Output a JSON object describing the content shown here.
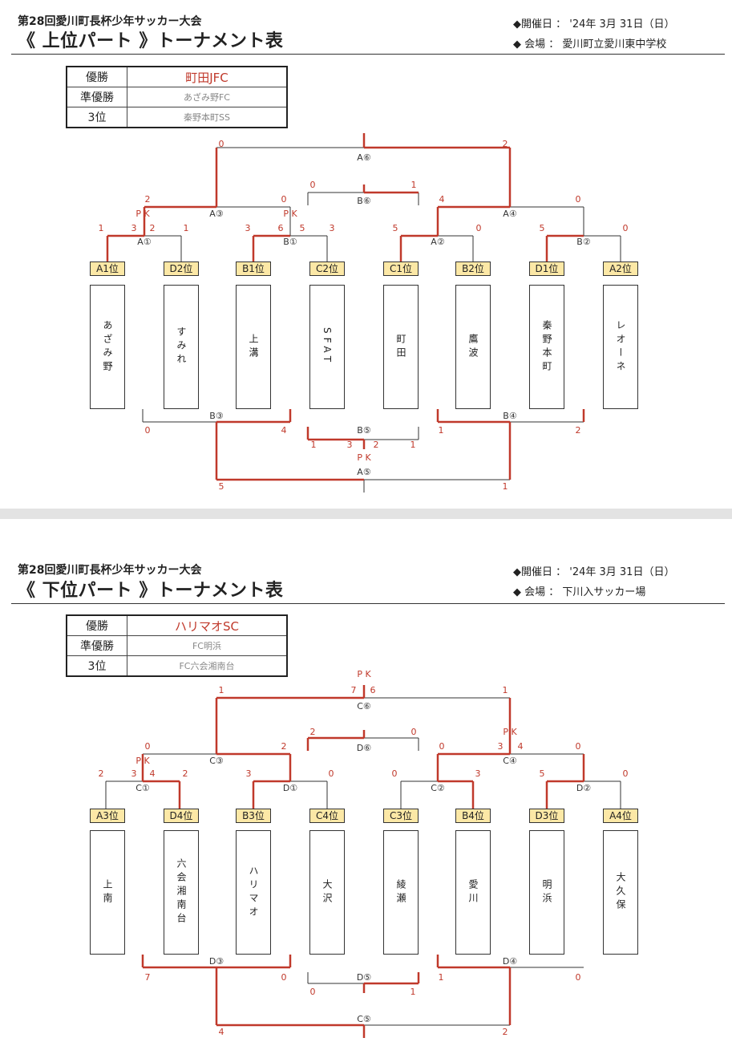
{
  "top_part": {
    "subtitle": "第28回愛川町長杯少年サッカー大会",
    "title": "《 上位パート 》トーナメント表",
    "date_line": "◆開催日 ： '24年 3月 31日（日）",
    "venue_line": "◆ 会場 ： 愛川町立愛川東中学校",
    "results": [
      {
        "label": "優勝",
        "team": "町田JFC"
      },
      {
        "label": "準優勝",
        "team": "あざみ野FC"
      },
      {
        "label": "3位",
        "team": "秦野本町SS"
      }
    ],
    "seeds": [
      "A1位",
      "D2位",
      "B1位",
      "C2位",
      "C1位",
      "B2位",
      "D1位",
      "A2位"
    ],
    "teams": [
      "あざみ野",
      "すみれ",
      "上溝",
      "SFAT",
      "町田",
      "鷹波",
      "秦野本町",
      "レオーネ"
    ],
    "match_labels": {
      "r1_1": "A①",
      "r1_2": "B①",
      "r1_3": "A②",
      "r1_4": "B②",
      "sf_1": "A③",
      "sf_2": "A④",
      "final": "A⑥",
      "third": "B⑥",
      "low_1": "B③",
      "low_2": "B④",
      "low_final": "A⑤",
      "low_mid": "B⑤"
    },
    "scores": {
      "r1_1": [
        "1",
        "3",
        "2",
        "1"
      ],
      "r1_2": [
        "3",
        "6",
        "5",
        "3"
      ],
      "r1_3": [
        "5",
        "0"
      ],
      "r1_4": [
        "5",
        "0"
      ],
      "sf_1": [
        "2",
        "0"
      ],
      "sf_2": [
        "4",
        "0"
      ],
      "final": [
        "0",
        "2"
      ],
      "third": [
        "0",
        "1"
      ],
      "low_1": [
        "0",
        "4"
      ],
      "low_2": [
        "1",
        "2"
      ],
      "low_mid": [
        "1",
        "3",
        "2",
        "1"
      ],
      "low_final": [
        "5",
        "1"
      ]
    },
    "pk": "P K"
  },
  "bottom_part": {
    "subtitle": "第28回愛川町長杯少年サッカー大会",
    "title": "《 下位パート 》トーナメント表",
    "date_line": "◆開催日 ： '24年 3月 31日（日）",
    "venue_line": "◆ 会場 ： 下川入サッカー場",
    "results": [
      {
        "label": "優勝",
        "team": "ハリマオSC"
      },
      {
        "label": "準優勝",
        "team": "FC明浜"
      },
      {
        "label": "3位",
        "team": "FC六会湘南台"
      }
    ],
    "seeds": [
      "A3位",
      "D4位",
      "B3位",
      "C4位",
      "C3位",
      "B4位",
      "D3位",
      "A4位"
    ],
    "teams": [
      "上南",
      "六会湘南台",
      "ハリマオ",
      "大沢",
      "綾瀬",
      "愛川",
      "明浜",
      "大久保"
    ],
    "match_labels": {
      "r1_1": "C①",
      "r1_2": "D①",
      "r1_3": "C②",
      "r1_4": "D②",
      "sf_1": "C③",
      "sf_2": "C④",
      "final": "C⑥",
      "third": "D⑥",
      "low_1": "D③",
      "low_2": "D④",
      "low_final": "C⑤",
      "low_mid": "D⑤"
    },
    "scores": {
      "r1_1": [
        "2",
        "3",
        "4",
        "2"
      ],
      "r1_2": [
        "3",
        "0"
      ],
      "r1_3": [
        "0",
        "3"
      ],
      "r1_4": [
        "5",
        "0"
      ],
      "sf_1": [
        "0",
        "2"
      ],
      "sf_2": [
        "0",
        "3",
        "4",
        "0"
      ],
      "final": [
        "1",
        "7",
        "6",
        "1"
      ],
      "third": [
        "2",
        "0"
      ],
      "low_1": [
        "7",
        "0"
      ],
      "low_2": [
        "1",
        "0"
      ],
      "low_mid": [
        "0",
        "1"
      ],
      "low_final": [
        "4",
        "2"
      ]
    },
    "pk": "P K"
  },
  "colors": {
    "win": "#c0392b",
    "line": "#333333",
    "seed": "#fce8a6"
  }
}
